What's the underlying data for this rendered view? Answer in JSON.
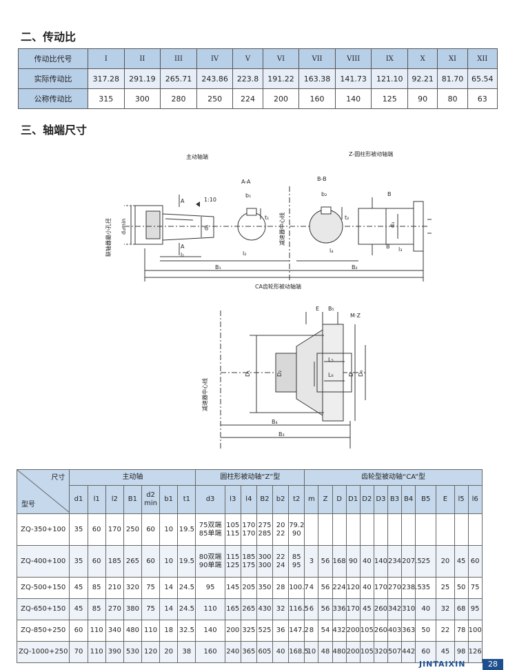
{
  "sections": {
    "ratio_title": "二、传动比",
    "shaft_title": "三、轴端尺寸"
  },
  "ratio_table": {
    "row_labels": [
      "传动比代号",
      "实际传动比",
      "公称传动比"
    ],
    "codes": [
      "I",
      "II",
      "III",
      "IV",
      "V",
      "VI",
      "VII",
      "VIII",
      "IX",
      "X",
      "XI",
      "XII"
    ],
    "actual": [
      "317.28",
      "291.19",
      "265.71",
      "243.86",
      "223.8",
      "191.22",
      "163.38",
      "141.73",
      "121.10",
      "92.21",
      "81.70",
      "65.54"
    ],
    "nominal": [
      "315",
      "300",
      "280",
      "250",
      "224",
      "200",
      "160",
      "140",
      "125",
      "90",
      "80",
      "63"
    ]
  },
  "diagram1": {
    "label_drive": "主动轴端",
    "label_z": "Z-圆柱形被动轴端",
    "label_aa": "A-A",
    "label_bb": "B-B",
    "label_a1": "A",
    "label_a2": "A",
    "label_b1": "B",
    "label_b2": "B",
    "taper": "1:10",
    "vert_left": "联轴器最小孔径",
    "vert_center": "减速器中心线",
    "d_min": "d₄min",
    "d1": "d₁",
    "d3": "d₃",
    "b1": "b₁",
    "t1": "t₁",
    "b2": "b₂",
    "t2": "t₂",
    "l1": "l₁",
    "l2": "l₂",
    "l3": "l₃",
    "l4": "l₄",
    "B1": "B₁",
    "B2": "B₂"
  },
  "diagram2": {
    "title": "CA齿轮形被动轴端",
    "vert": "减速器中心线",
    "E": "E",
    "B5": "B₅",
    "MZ": "M·Z",
    "L5": "L₅",
    "L6": "L₆",
    "D1": "D₁",
    "D2": "D₂",
    "D": "D",
    "D3": "D₃",
    "B4": "B₄",
    "B3": "B₃"
  },
  "dim_table": {
    "corner_top": "尺寸",
    "corner_bottom": "型号",
    "group_drive": "主动轴",
    "group_z": "圆柱形被动轴“Z”型",
    "group_ca": "齿轮型被动轴“CA”型",
    "cols": [
      "d1",
      "l1",
      "l2",
      "B1",
      "d2\nmin",
      "b1",
      "t1",
      "d3",
      "l3",
      "l4",
      "B2",
      "b2",
      "t2",
      "m",
      "Z",
      "D",
      "D1",
      "D2",
      "D3",
      "B3",
      "B4",
      "B5",
      "E",
      "l5",
      "l6"
    ],
    "rows": [
      [
        "ZQ-350+100",
        "35",
        "60",
        "170",
        "250",
        "60",
        "10",
        "19.5",
        "75双端\n85单端",
        "105\n115",
        "170\n170",
        "275\n285",
        "20\n22",
        "79.2\n90",
        "",
        "",
        "",
        "",
        "",
        "",
        "",
        "",
        "",
        "",
        "",
        ""
      ],
      [
        "ZQ-400+100",
        "35",
        "60",
        "185",
        "265",
        "60",
        "10",
        "19.5",
        "80双端\n90单端",
        "115\n125",
        "185\n175",
        "300\n300",
        "22\n24",
        "85\n95",
        "3",
        "56",
        "168",
        "90",
        "40",
        "140",
        "234",
        "207.5",
        "25",
        "20",
        "45",
        "60"
      ],
      [
        "ZQ-500+150",
        "45",
        "85",
        "210",
        "320",
        "75",
        "14",
        "24.5",
        "95",
        "145",
        "205",
        "350",
        "28",
        "100.7",
        "4",
        "56",
        "224",
        "120",
        "40",
        "170",
        "270",
        "238.5",
        "35",
        "25",
        "50",
        "75"
      ],
      [
        "ZQ-650+150",
        "45",
        "85",
        "270",
        "380",
        "75",
        "14",
        "24.5",
        "110",
        "165",
        "265",
        "430",
        "32",
        "116.5",
        "6",
        "56",
        "336",
        "170",
        "45",
        "260",
        "342",
        "310",
        "40",
        "32",
        "68",
        "95"
      ],
      [
        "ZQ-850+250",
        "60",
        "110",
        "340",
        "480",
        "110",
        "18",
        "32.5",
        "140",
        "200",
        "325",
        "525",
        "36",
        "147.2",
        "8",
        "54",
        "432",
        "200",
        "105",
        "260",
        "403",
        "363",
        "50",
        "22",
        "78",
        "100"
      ],
      [
        "ZQ-1000+250",
        "70",
        "110",
        "390",
        "530",
        "120",
        "20",
        "38",
        "160",
        "240",
        "365",
        "605",
        "40",
        "168.5",
        "10",
        "48",
        "480",
        "200",
        "105",
        "320",
        "507",
        "442",
        "60",
        "45",
        "98",
        "126"
      ]
    ]
  },
  "footer": {
    "brand": "JINTAIXIN",
    "page": "28"
  }
}
